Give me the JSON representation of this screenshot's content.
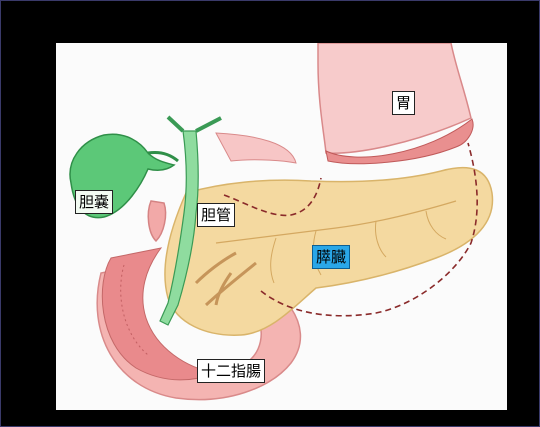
{
  "labels": {
    "stomach": "胃",
    "gallbladder": "胆嚢",
    "bile_duct": "胆管",
    "pancreas": "膵臓",
    "duodenum": "十二指腸"
  },
  "colors": {
    "background": "#000000",
    "panel": "#fbfbfb",
    "pancreas": "#f4d9a0",
    "gallbladder": "#5cc878",
    "intestine": "#f2a9a8",
    "dashed_outline": "#8a2a2a",
    "pancreas_label_bg": "#2aa7e8"
  }
}
